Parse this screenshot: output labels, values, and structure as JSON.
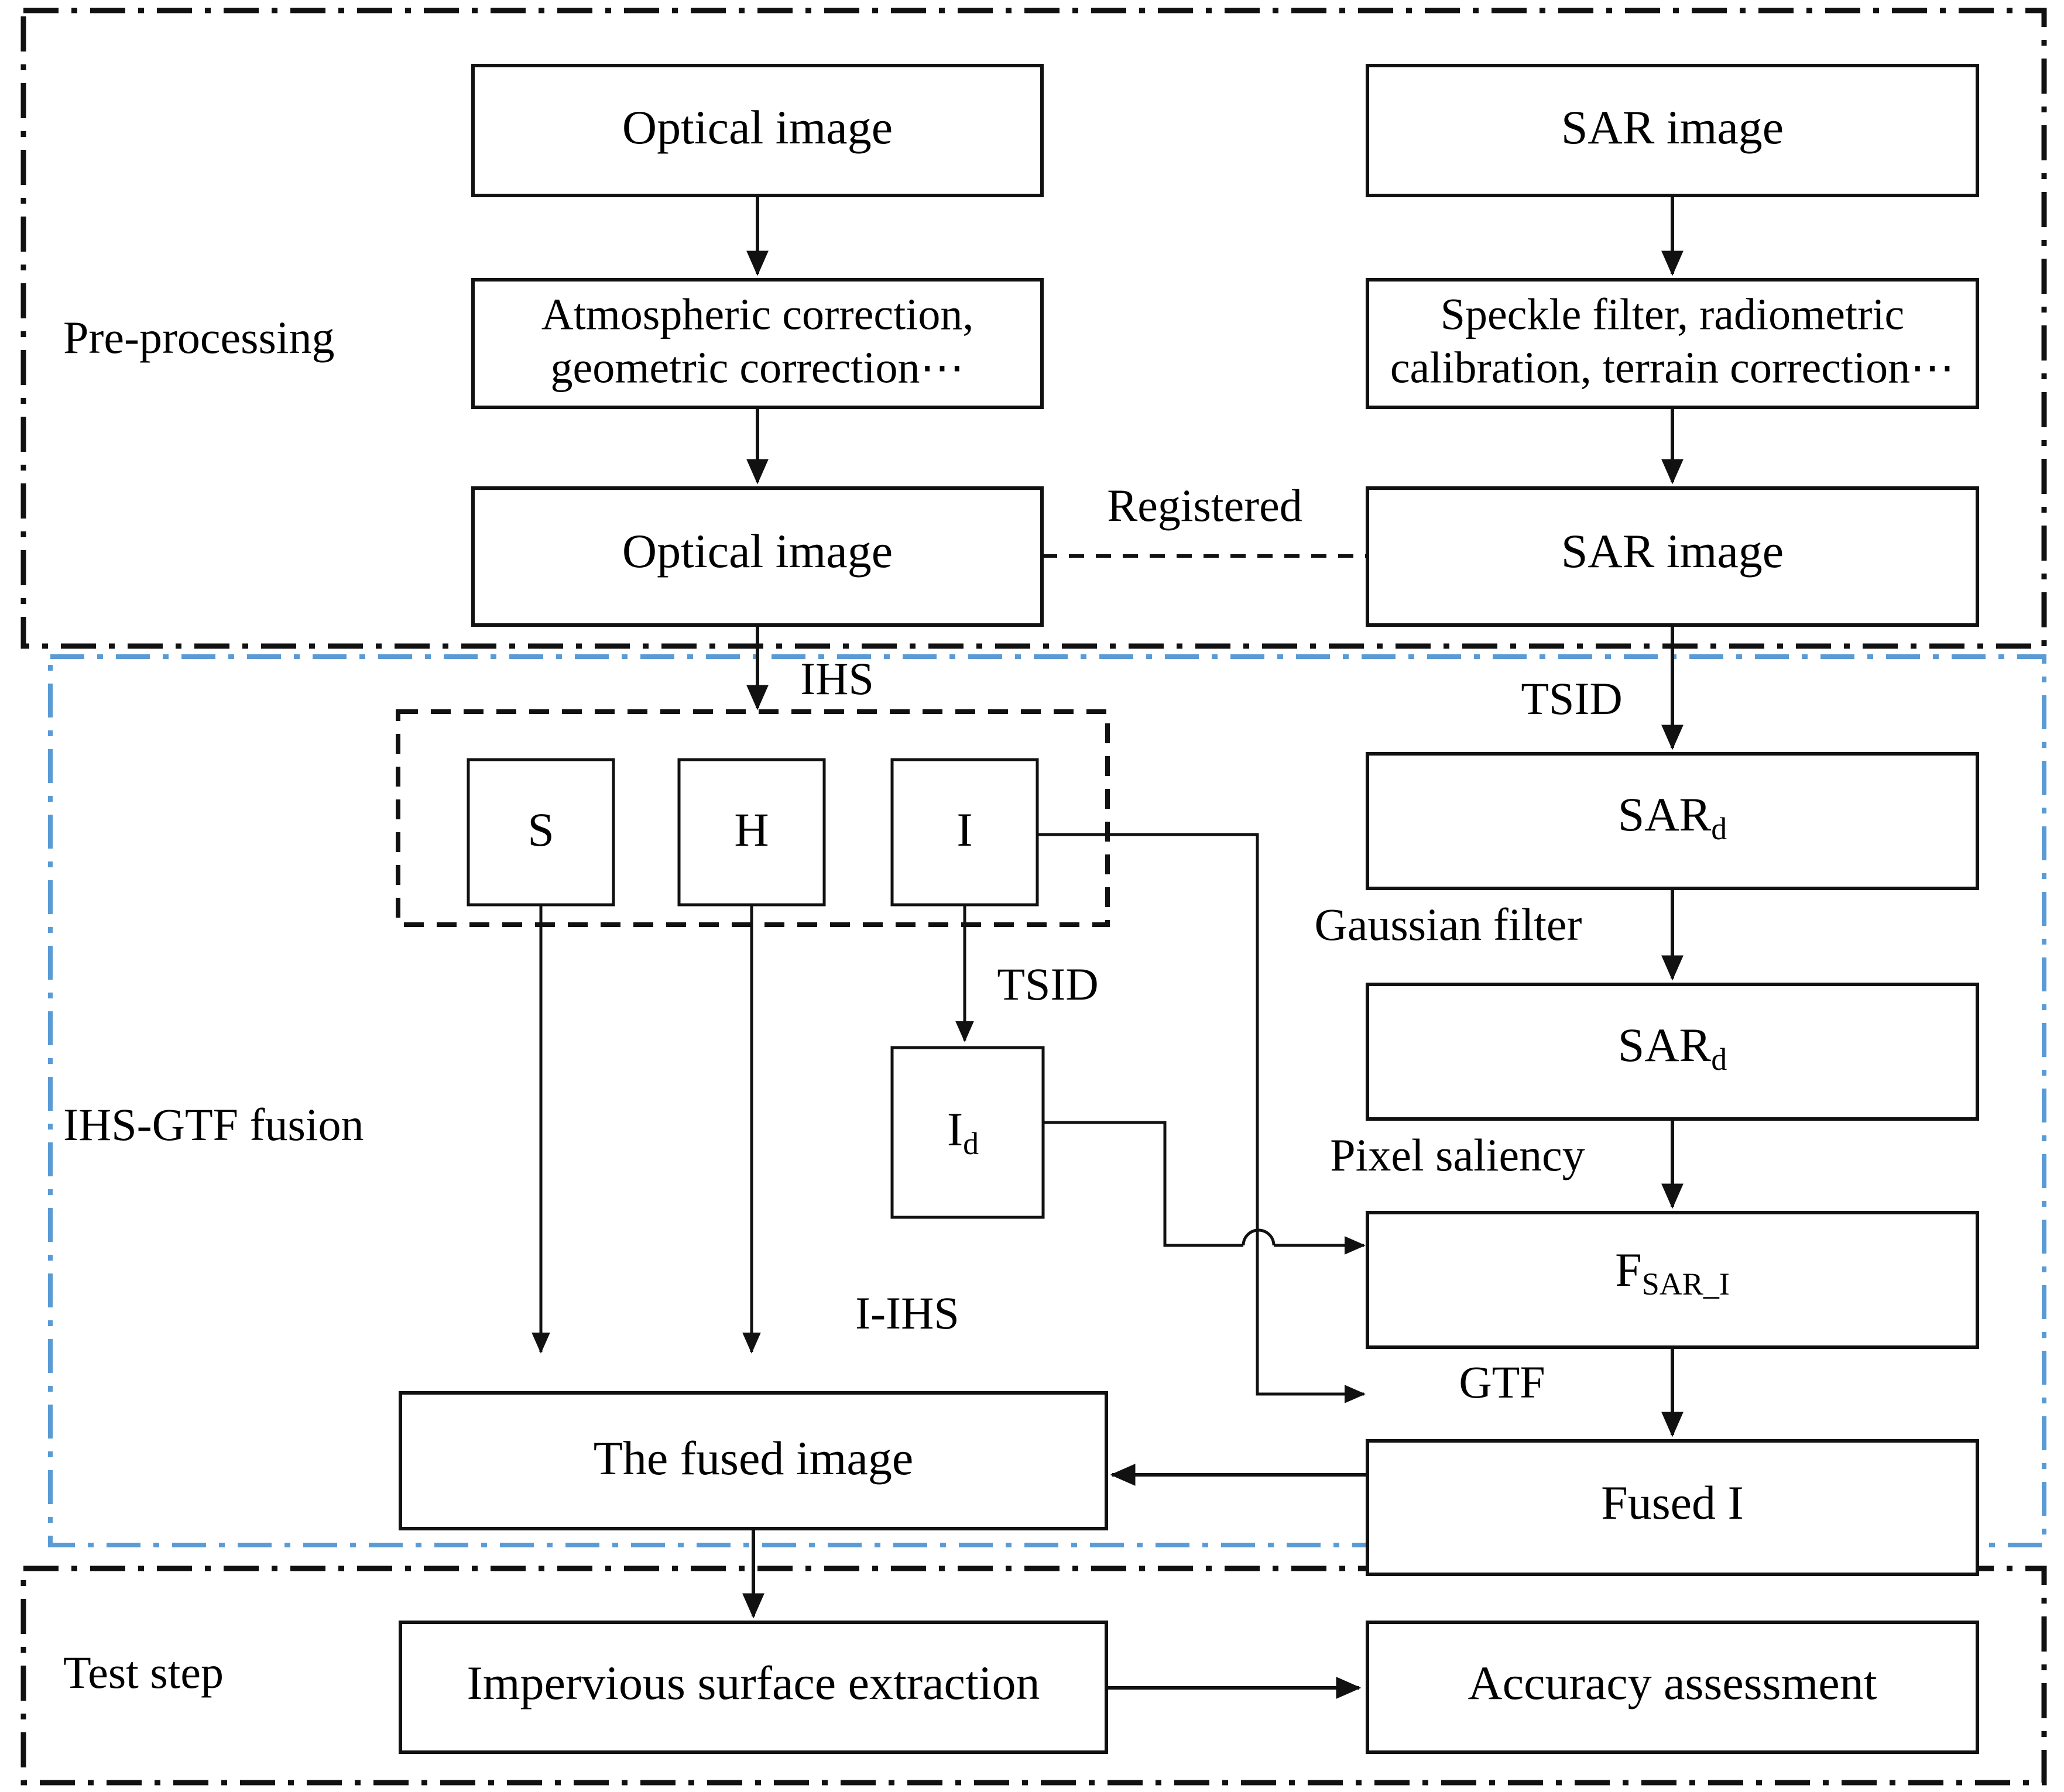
{
  "figure": {
    "type": "flowchart",
    "title": "IHS-GTF fusion workflow for impervious surface extraction",
    "colors": {
      "stroke": "#111111",
      "section_black": "#111111",
      "section_blue": "#5b9bd5",
      "box_fill": "#ffffff",
      "page_bg": "#ffffff"
    }
  },
  "sections": [
    {
      "id": "pre-processing",
      "label": "Pre-processing",
      "border_style": "dash-dot",
      "border_color": "#111111"
    },
    {
      "id": "ihs-gtf-fusion",
      "label": "IHS-GTF fusion",
      "border_style": "dash-dot",
      "border_color": "#5b9bd5"
    },
    {
      "id": "test-step",
      "label": "Test step",
      "border_style": "dash-dot",
      "border_color": "#111111"
    }
  ],
  "nodes": {
    "optical_image_raw": "Optical image",
    "optical_preprocess": "Atmospheric correction, geometric correction⋯",
    "optical_preprocess_line1": "Atmospheric correction,",
    "optical_preprocess_line2": "geometric correction⋯",
    "optical_image_reg": "Optical image",
    "sar_image_raw": "SAR image",
    "sar_preprocess_line1": "Speckle filter, radiometric",
    "sar_preprocess_line2": "calibration, terrain correction⋯",
    "sar_image_reg": "SAR image",
    "component_s": "S",
    "component_h": "H",
    "component_i": "I",
    "i_d_base": "I",
    "i_d_sub": "d",
    "sar_d_1_base": "SAR",
    "sar_d_1_sub": "d",
    "sar_d_2_base": "SAR",
    "sar_d_2_sub": "d",
    "f_sar_i_base": "F",
    "f_sar_i_sub": "SAR_I",
    "fused_i": "Fused I",
    "the_fused_image": "The fused image",
    "impervious_surface_extraction": "Impervious surface extraction",
    "accuracy_assessment": "Accuracy assessment"
  },
  "edge_labels": {
    "registered": "Registered",
    "ihs": "IHS",
    "tsid_right": "TSID",
    "tsid_left": "TSID",
    "gaussian_filter": "Gaussian filter",
    "pixel_saliency": "Pixel saliency",
    "gtf": "GTF",
    "i_ihs": "I-IHS"
  },
  "group_box": {
    "id": "ihs-components-group",
    "members": [
      "S",
      "H",
      "I"
    ],
    "border_style": "dashed"
  },
  "edges": [
    {
      "from": "optical_image_raw",
      "to": "optical_preprocess",
      "label": ""
    },
    {
      "from": "optical_preprocess",
      "to": "optical_image_reg",
      "label": ""
    },
    {
      "from": "optical_image_reg",
      "to": "ihs-components-group",
      "label": "IHS"
    },
    {
      "from": "sar_image_raw",
      "to": "sar_preprocess",
      "label": ""
    },
    {
      "from": "sar_preprocess",
      "to": "sar_image_reg",
      "label": ""
    },
    {
      "from": "sar_image_reg",
      "to": "sar_d_1",
      "label": "TSID"
    },
    {
      "from": "optical_image_reg",
      "to": "sar_image_reg",
      "label": "Registered",
      "style": "dashed",
      "direction": "none"
    },
    {
      "from": "component_s",
      "to": "the_fused_image",
      "label": ""
    },
    {
      "from": "component_h",
      "to": "the_fused_image",
      "label": ""
    },
    {
      "from": "component_i",
      "to": "i_d",
      "label": "TSID"
    },
    {
      "from": "component_i",
      "to": "fused_i",
      "label": ""
    },
    {
      "from": "i_d",
      "to": "f_sar_i",
      "label": ""
    },
    {
      "from": "sar_d_1",
      "to": "sar_d_2",
      "label": "Gaussian filter"
    },
    {
      "from": "sar_d_2",
      "to": "f_sar_i",
      "label": "Pixel saliency"
    },
    {
      "from": "f_sar_i",
      "to": "fused_i",
      "label": "GTF"
    },
    {
      "from": "fused_i",
      "to": "the_fused_image",
      "label": "I-IHS"
    },
    {
      "from": "the_fused_image",
      "to": "impervious_surface_extraction",
      "label": ""
    },
    {
      "from": "impervious_surface_extraction",
      "to": "accuracy_assessment",
      "label": ""
    }
  ]
}
